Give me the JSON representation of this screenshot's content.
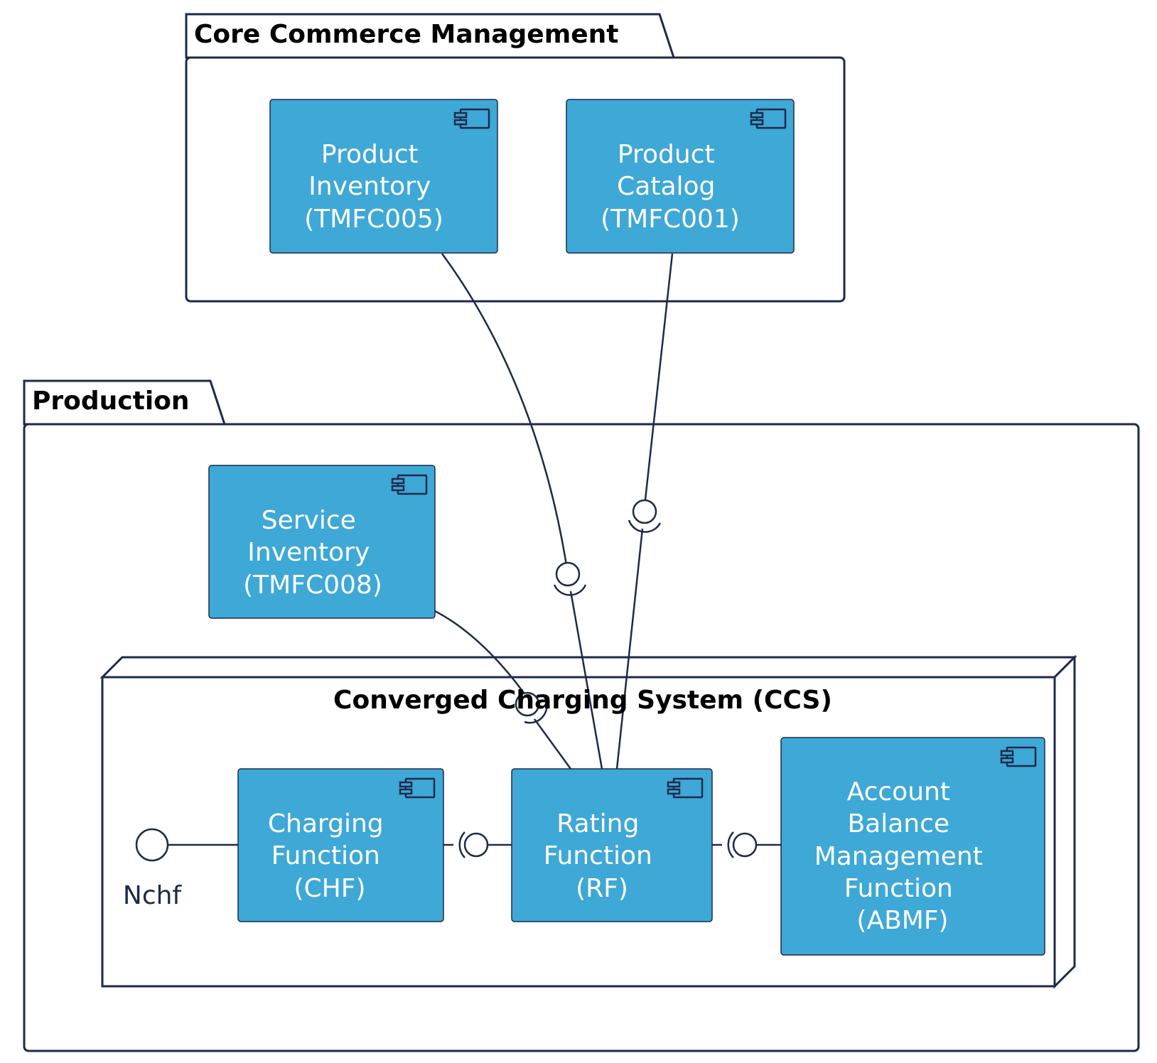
{
  "packages": {
    "core_commerce": {
      "title": "Core Commerce Management"
    },
    "production": {
      "title": "Production"
    }
  },
  "node": {
    "title": "Converged Charging System (CCS)"
  },
  "components": {
    "product_inventory": {
      "lines": [
        "Product",
        "Inventory",
        "(TMFC005)"
      ]
    },
    "product_catalog": {
      "lines": [
        "Product",
        "Catalog",
        "(TMFC001)"
      ]
    },
    "service_inventory": {
      "lines": [
        "Service",
        "Inventory",
        "(TMFC008)"
      ]
    },
    "charging_function": {
      "lines": [
        "Charging",
        "Function",
        "(CHF)"
      ]
    },
    "rating_function": {
      "lines": [
        "Rating",
        "Function",
        "(RF)"
      ]
    },
    "abmf": {
      "lines": [
        "Account",
        "Balance",
        "Management",
        "Function",
        "(ABMF)"
      ]
    }
  },
  "interfaces": {
    "nchf": {
      "label": "Nchf"
    }
  },
  "colors": {
    "component_fill": "#3ea8d6",
    "line": "#1e2a4a",
    "background": "#ffffff"
  }
}
